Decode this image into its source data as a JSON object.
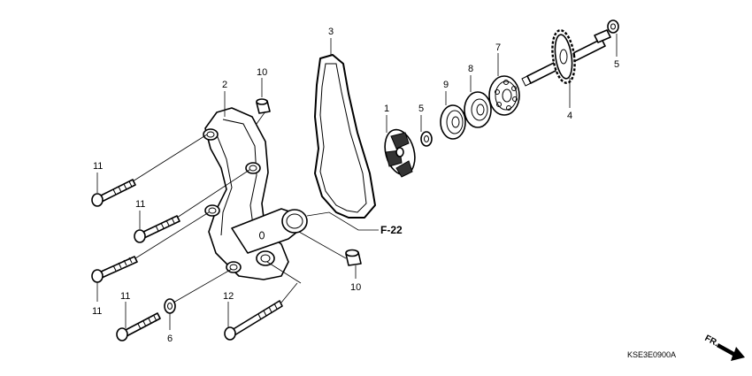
{
  "diagram": {
    "callouts": {
      "c1": "1",
      "c2": "2",
      "c3": "3",
      "c4": "4",
      "c5a": "5",
      "c5b": "5",
      "c6": "6",
      "c7": "7",
      "c8": "8",
      "c9": "9",
      "c10a": "10",
      "c10b": "10",
      "c11a": "11",
      "c11b": "11",
      "c11c": "11",
      "c11d": "11",
      "c12": "12"
    },
    "reference": "F-22",
    "drawing_code": "KSE3E0900A",
    "direction": "FR."
  }
}
